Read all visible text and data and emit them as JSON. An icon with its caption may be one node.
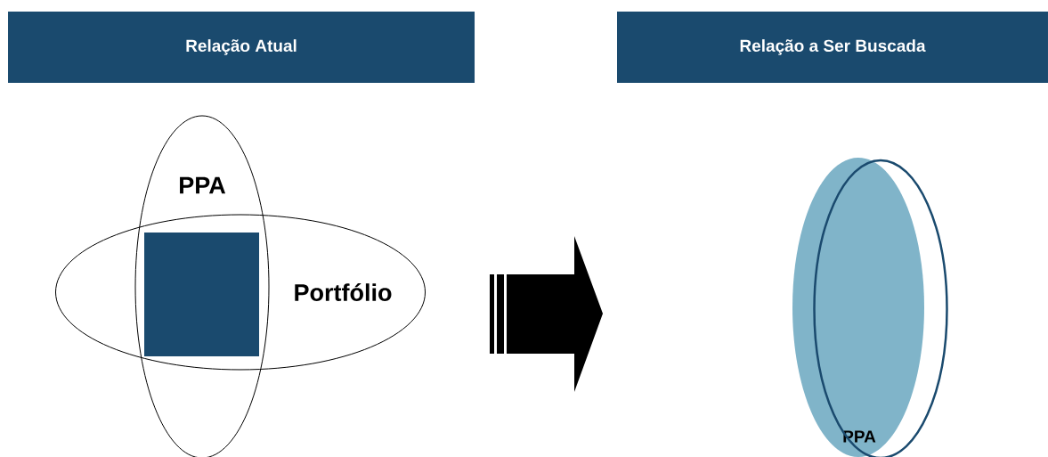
{
  "diagram": {
    "nodes": [
      {
        "text": [
          "Relação Atual"
        ]
      },
      {
        "text": [
          "Relação a Ser Buscada"
        ]
      },
      {
        "text": [
          "PPA"
        ]
      },
      {
        "text": [
          "Portfólio"
        ]
      },
      {
        "text": [],
        "shape": "box"
      },
      {
        "text": [
          "PPA"
        ]
      },
      {
        "text": [],
        "shape": "circle"
      }
    ]
  }
}
